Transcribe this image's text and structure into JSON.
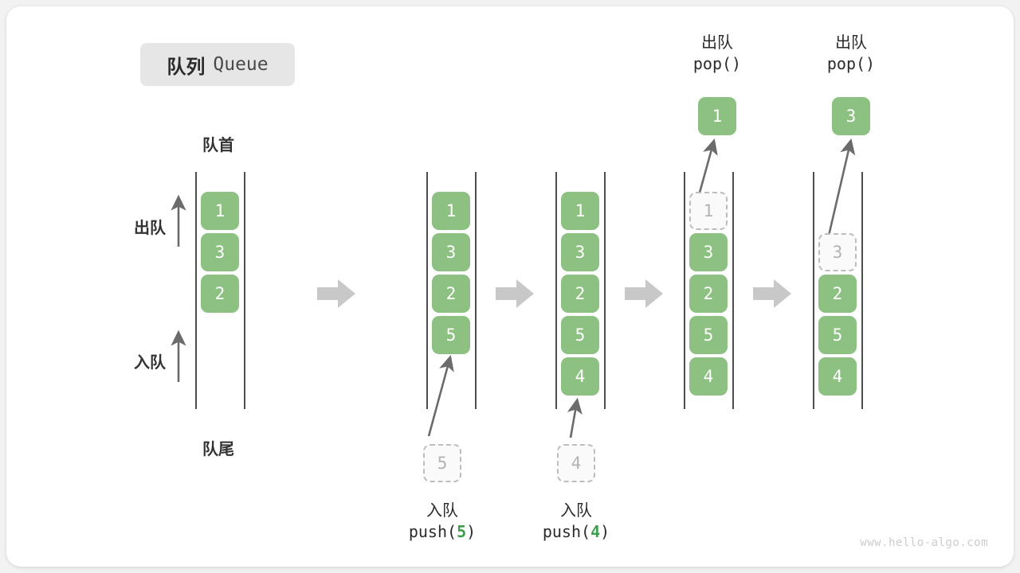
{
  "title": {
    "cn": "队列",
    "en": "Queue"
  },
  "labels": {
    "head": "队首",
    "tail": "队尾",
    "dequeue": "出队",
    "enqueue": "入队"
  },
  "watermark": "www.hello-algo.com",
  "colors": {
    "cell_fill": "#8cc182",
    "cell_text": "#ffffff",
    "ghost_border": "#bdbdbd",
    "ghost_text": "#b3b3b3",
    "rail": "#4d4d4d",
    "arrow": "#6b6b6b",
    "step_arrow": "#c8c8c8",
    "code_value": "#3f9e4d",
    "badge_bg": "#e6e6e6",
    "canvas_bg": "#ffffff",
    "page_bg": "#f2f2f2"
  },
  "steps": [
    {
      "id": "initial",
      "cells": [
        "1",
        "3",
        "2"
      ],
      "ghost": null,
      "caption": null
    },
    {
      "id": "push-5",
      "cells": [
        "1",
        "3",
        "2",
        "5"
      ],
      "ghost": null,
      "caption": {
        "cn": "入队",
        "fn": "push(",
        "val": "5",
        "fn_close": ")"
      },
      "incoming_value": "5"
    },
    {
      "id": "push-4",
      "cells": [
        "1",
        "3",
        "2",
        "5",
        "4"
      ],
      "ghost": null,
      "caption": {
        "cn": "入队",
        "fn": "push(",
        "val": "4",
        "fn_close": ")"
      },
      "incoming_value": "4"
    },
    {
      "id": "pop-1",
      "cells": [
        "3",
        "2",
        "5",
        "4"
      ],
      "ghost": "1",
      "popped_value": "1",
      "caption": {
        "cn": "出队",
        "fn": "pop(",
        "val": "",
        "fn_close": ")"
      }
    },
    {
      "id": "pop-3",
      "cells": [
        "2",
        "5",
        "4"
      ],
      "ghost": "3",
      "popped_value": "3",
      "caption": {
        "cn": "出队",
        "fn": "pop(",
        "val": "",
        "fn_close": ")"
      }
    }
  ],
  "pop_captions": [
    {
      "cn": "出队",
      "code": "pop()"
    },
    {
      "cn": "出队",
      "code": "pop()"
    }
  ],
  "push_captions": [
    {
      "cn": "入队",
      "prefix": "push(",
      "val": "5",
      "suffix": ")"
    },
    {
      "cn": "入队",
      "prefix": "push(",
      "val": "4",
      "suffix": ")"
    }
  ]
}
